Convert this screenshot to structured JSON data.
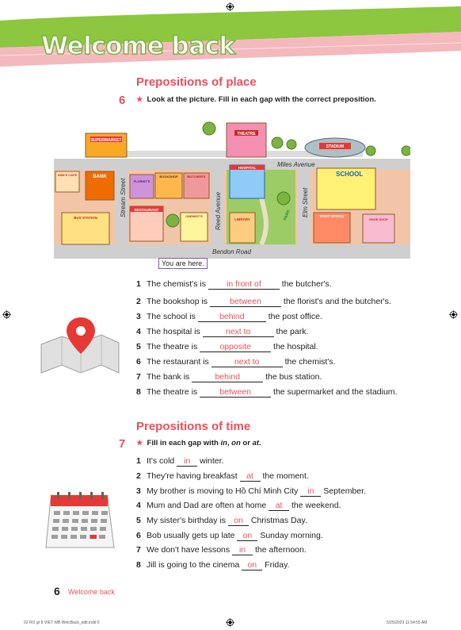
{
  "header": {
    "title": "Welcome back"
  },
  "section1": {
    "title": "Prepositions of place",
    "exercise_number": "6",
    "instruction": "Look at the picture. Fill in each gap with the correct preposition."
  },
  "map": {
    "labels": {
      "supermarket": "SUPERMARKET",
      "theatre": "THEATRE",
      "stadium": "STADIUM",
      "anns_cafe": "ANN'S CAFE",
      "bank": "BANK",
      "bookshop": "BOOKSHOP",
      "butchers": "BUTCHER'S",
      "florists": "FLORIST'S",
      "hospital": "HOSPITAL",
      "miles_avenue": "Miles Avenue",
      "school": "SCHOOL",
      "stream_street": "Stream Street",
      "restaurant": "RESTAURANT",
      "chemists": "CHEMIST'S",
      "reed_avenue": "Reed Avenue",
      "library": "LIBRARY",
      "park": "PARK",
      "elm_street": "Elm Street",
      "post_office": "POST OFFICE",
      "shoe_shop": "SHOE SHOP",
      "bus_station": "BUS STATION",
      "bendon_road": "Bendon Road"
    },
    "you_are_here": "You are here."
  },
  "place_items": [
    {
      "n": "1",
      "before": "The chemist's is",
      "answer": "in front of",
      "after": "the butcher's."
    },
    {
      "n": "2",
      "before": "The bookshop is",
      "answer": "between",
      "after": "the florist's and the butcher's."
    },
    {
      "n": "3",
      "before": "The school is",
      "answer": "behind",
      "after": "the post office."
    },
    {
      "n": "4",
      "before": "The hospital is",
      "answer": "next to",
      "after": "the park."
    },
    {
      "n": "5",
      "before": "The theatre is",
      "answer": "opposite",
      "after": "the hospital."
    },
    {
      "n": "6",
      "before": "The restaurant is",
      "answer": "next to",
      "after": "the chemist's."
    },
    {
      "n": "7",
      "before": "The bank is",
      "answer": "behind",
      "after": "the bus station."
    },
    {
      "n": "8",
      "before": "The theatre is",
      "answer": "between",
      "after": "the supermarket and the stadium."
    }
  ],
  "section2": {
    "title": "Prepositions of time",
    "exercise_number": "7",
    "instruction_pre": "Fill in each gap with ",
    "instruction_words": [
      "in",
      "on",
      "at"
    ],
    "instruction_or": " or ",
    "instruction_comma": ", "
  },
  "time_items": [
    {
      "n": "1",
      "before": "It's cold",
      "answer": "in",
      "after": "winter."
    },
    {
      "n": "2",
      "before": "They're having breakfast",
      "answer": "at",
      "after": "the moment."
    },
    {
      "n": "3",
      "before": "My brother is moving to Hồ Chí Minh City",
      "answer": "in",
      "after": "September."
    },
    {
      "n": "4",
      "before": "Mum and Dad are often at home",
      "answer": "at",
      "after": "the weekend."
    },
    {
      "n": "5",
      "before": "My sister's birthday is",
      "answer": "on",
      "after": "Christmas Day."
    },
    {
      "n": "6",
      "before": "Bob usually gets up late",
      "answer": "on",
      "after": "Sunday morning."
    },
    {
      "n": "7",
      "before": "We don't have lessons",
      "answer": "in",
      "after": "the afternoon."
    },
    {
      "n": "8",
      "before": "Jill is going to the cinema",
      "answer": "on",
      "after": "Friday."
    }
  ],
  "footer": {
    "page": "6",
    "label": "Welcome back"
  },
  "slug": {
    "left": "02 RO gr 8 VIET WB WelcBack_edit.indd   6",
    "right": "5/25/2023   11:54:55 AM"
  },
  "colors": {
    "accent": "#e8505b",
    "banner_green": "#8dc63f",
    "banner_pink": "#f4b9bd"
  }
}
